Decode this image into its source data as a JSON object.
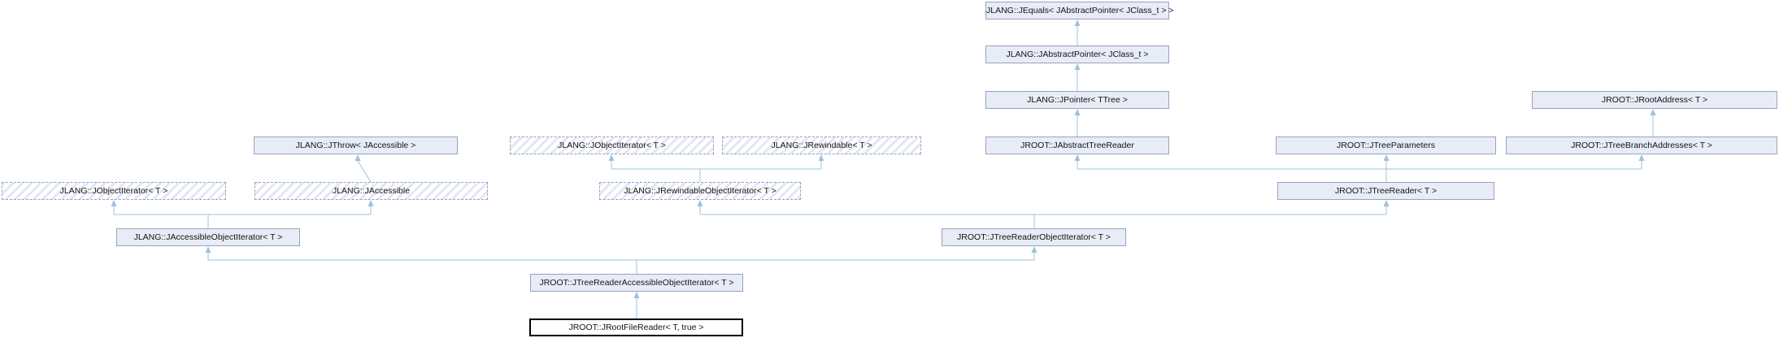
{
  "diagram": {
    "kind": "class-inheritance-graph",
    "nodes": [
      {
        "id": "jequals",
        "label": "JLANG::JEquals< JAbstractPointer< JClass_t > >",
        "style": "solid"
      },
      {
        "id": "jabstract-pointer",
        "label": "JLANG::JAbstractPointer< JClass_t >",
        "style": "solid"
      },
      {
        "id": "jpointer",
        "label": "JLANG::JPointer< TTree >",
        "style": "solid"
      },
      {
        "id": "jroot-address",
        "label": "JROOT::JRootAddress< T >",
        "style": "solid"
      },
      {
        "id": "jthrow",
        "label": "JLANG::JThrow< JAccessible >",
        "style": "solid"
      },
      {
        "id": "jobject-iterator-upper",
        "label": "JLANG::JObjectIterator< T >",
        "style": "dashed"
      },
      {
        "id": "jrewindable",
        "label": "JLANG::JRewindable< T >",
        "style": "dashed"
      },
      {
        "id": "jabstract-tree-reader",
        "label": "JROOT::JAbstractTreeReader",
        "style": "solid"
      },
      {
        "id": "jtree-parameters",
        "label": "JROOT::JTreeParameters",
        "style": "solid"
      },
      {
        "id": "jtree-branch-addresses",
        "label": "JROOT::JTreeBranchAddresses< T >",
        "style": "solid"
      },
      {
        "id": "jobject-iterator-lower",
        "label": "JLANG::JObjectIterator< T >",
        "style": "dashed"
      },
      {
        "id": "jaccessible",
        "label": "JLANG::JAccessible",
        "style": "dashed"
      },
      {
        "id": "jrewindable-object-iterator",
        "label": "JLANG::JRewindableObjectIterator< T >",
        "style": "dashed"
      },
      {
        "id": "jtree-reader",
        "label": "JROOT::JTreeReader< T >",
        "style": "solid"
      },
      {
        "id": "jaccessible-object-iterator",
        "label": "JLANG::JAccessibleObjectIterator< T >",
        "style": "solid"
      },
      {
        "id": "jtree-reader-object-iterator",
        "label": "JROOT::JTreeReaderObjectIterator< T >",
        "style": "solid"
      },
      {
        "id": "jtree-reader-accessible-object-iterator",
        "label": "JROOT::JTreeReaderAccessibleObjectIterator< T >",
        "style": "solid"
      },
      {
        "id": "jroot-file-reader",
        "label": "JROOT::JRootFileReader< T, true >",
        "style": "current"
      }
    ],
    "inheritance": [
      {
        "child": "JLANG::JAbstractPointer< JClass_t >",
        "parents": [
          "JLANG::JEquals< JAbstractPointer< JClass_t > >"
        ]
      },
      {
        "child": "JLANG::JPointer< TTree >",
        "parents": [
          "JLANG::JAbstractPointer< JClass_t >"
        ]
      },
      {
        "child": "JROOT::JAbstractTreeReader",
        "parents": [
          "JLANG::JPointer< TTree >"
        ]
      },
      {
        "child": "JROOT::JTreeBranchAddresses< T >",
        "parents": [
          "JROOT::JRootAddress< T >"
        ]
      },
      {
        "child": "JLANG::JAccessible",
        "parents": [
          "JLANG::JThrow< JAccessible >"
        ]
      },
      {
        "child": "JLANG::JRewindableObjectIterator< T >",
        "parents": [
          "JLANG::JObjectIterator< T >",
          "JLANG::JRewindable< T >"
        ]
      },
      {
        "child": "JROOT::JTreeReader< T >",
        "parents": [
          "JROOT::JAbstractTreeReader",
          "JROOT::JTreeParameters",
          "JROOT::JTreeBranchAddresses< T >"
        ]
      },
      {
        "child": "JLANG::JAccessibleObjectIterator< T >",
        "parents": [
          "JLANG::JObjectIterator< T >",
          "JLANG::JAccessible"
        ]
      },
      {
        "child": "JROOT::JTreeReaderObjectIterator< T >",
        "parents": [
          "JLANG::JRewindableObjectIterator< T >",
          "JROOT::JTreeReader< T >"
        ]
      },
      {
        "child": "JROOT::JTreeReaderAccessibleObjectIterator< T >",
        "parents": [
          "JLANG::JAccessibleObjectIterator< T >",
          "JROOT::JTreeReaderObjectIterator< T >"
        ]
      },
      {
        "child": "JROOT::JRootFileReader< T, true >",
        "parents": [
          "JROOT::JTreeReaderAccessibleObjectIterator< T >"
        ]
      }
    ]
  },
  "colors": {
    "background": "#ffffff",
    "node_fill": "#e8ecf6",
    "node_border": "#99a1c2",
    "dashed_border": "#93a2c8",
    "hatch_stripe": "#e2e7f2",
    "current_border": "#000000",
    "arrow": "#9cc3de",
    "text": "#131313"
  }
}
